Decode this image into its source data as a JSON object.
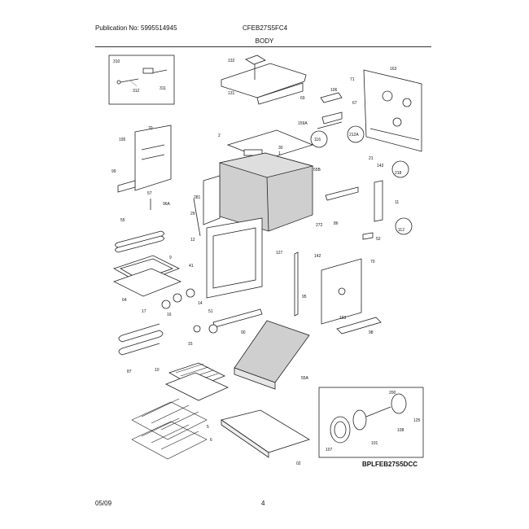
{
  "header": {
    "publication": "Publication No: 5995514945",
    "model": "CFEB27S5FC4",
    "section": "BODY"
  },
  "footer": {
    "date": "05/09",
    "page": "4",
    "drawing_code": "BPLFEB27S5DCC"
  },
  "callouts": {
    "c310": "310",
    "c312": "312",
    "c311": "311",
    "c132": "132",
    "c131": "131",
    "c69": "69",
    "c163": "163",
    "c71": "71",
    "c67": "67",
    "c106": "106",
    "c159a": "159A",
    "c116": "116",
    "c212a": "212A",
    "c21": "21",
    "c143": "143",
    "c218": "218",
    "c70l": "70",
    "c195": "195",
    "c99": "99",
    "c2": "2",
    "c55b": "55B",
    "c30": "30",
    "c1": "1",
    "c281": "281",
    "c57": "57",
    "c96a": "96A",
    "c29": "29",
    "c12": "12",
    "c272": "272",
    "c52": "52",
    "c11": "11",
    "c112": "112",
    "c86": "86",
    "c41": "41",
    "c55": "55",
    "c127": "127",
    "c142": "142",
    "c70r": "70",
    "c64": "64",
    "c17": "17",
    "c16": "16",
    "c14": "14",
    "c51": "51",
    "c15": "15",
    "c87": "87",
    "c90": "90",
    "c95": "95",
    "c193": "193",
    "c98": "98",
    "c10": "10",
    "c9": "9",
    "c55a": "55A",
    "c5": "5",
    "c6": "6",
    "c02": "02",
    "c107": "107",
    "c101": "101",
    "c108": "108",
    "c125": "125",
    "c200": "200"
  }
}
